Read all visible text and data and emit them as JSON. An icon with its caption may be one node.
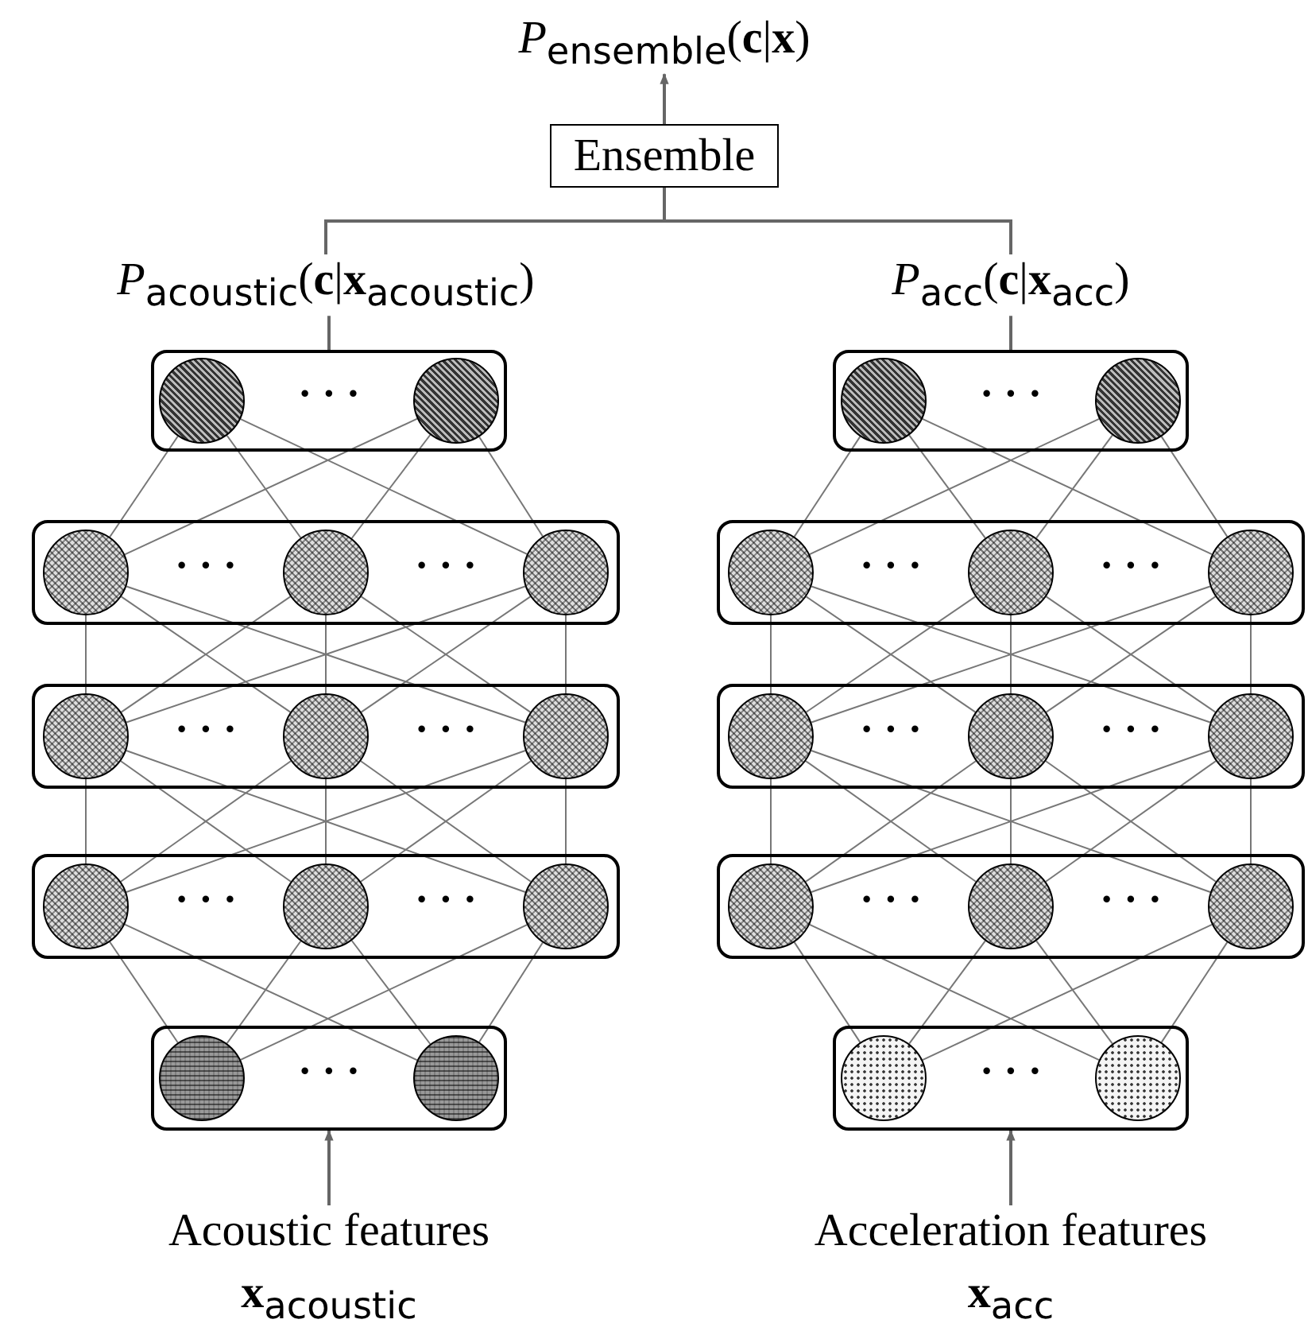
{
  "diagram": {
    "nodes": [
      {
        "text": [
          "*P*$_{ensemble}$(**c**|**x**)"
        ]
      },
      {
        "text": [
          "Ensemble"
        ]
      },
      {
        "text": [
          "*P*$_{acoustic}$(**c**|**x**$_{acoustic}$)"
        ]
      },
      {
        "text": [
          "*P*$_{acc}$(**c**|**x**$_{acc}$)"
        ]
      },
      {
        "text": [
          "· · ·"
        ]
      },
      {
        "text": [],
        "shape": "circle",
        "in": 4
      },
      {
        "text": [],
        "shape": "circle",
        "in": 4
      },
      {
        "text": [
          "· · ·"
        ]
      },
      {
        "text": [],
        "shape": "circle",
        "in": 7
      },
      {
        "text": [],
        "shape": "circle",
        "in": 7
      },
      {
        "text": [
          "· · ·",
          "· · ·"
        ]
      },
      {
        "text": [],
        "shape": "circle",
        "in": 10
      },
      {
        "text": [],
        "shape": "circle",
        "in": 10
      },
      {
        "text": [],
        "shape": "circle",
        "in": 10
      },
      {
        "text": [
          "· · ·",
          "· · ·"
        ]
      },
      {
        "text": [],
        "shape": "circle",
        "in": 14
      },
      {
        "text": [],
        "shape": "circle",
        "in": 14
      },
      {
        "text": [],
        "shape": "circle",
        "in": 14
      },
      {
        "text": [
          "· · ·",
          "· · ·"
        ]
      },
      {
        "text": [],
        "shape": "circle",
        "in": 18
      },
      {
        "text": [],
        "shape": "circle",
        "in": 18
      },
      {
        "text": [],
        "shape": "circle",
        "in": 18
      },
      {
        "text": [
          "· · ·",
          "· · ·"
        ]
      },
      {
        "text": [],
        "shape": "circle",
        "in": 22
      },
      {
        "text": [],
        "shape": "circle",
        "in": 22
      },
      {
        "text": [],
        "shape": "circle",
        "in": 22
      },
      {
        "text": [
          "· · ·",
          "· · ·"
        ]
      },
      {
        "text": [],
        "shape": "circle",
        "in": 26
      },
      {
        "text": [],
        "shape": "circle",
        "in": 26
      },
      {
        "text": [],
        "shape": "circle",
        "in": 26
      },
      {
        "text": [
          "· · ·",
          "· · ·"
        ]
      },
      {
        "text": [],
        "shape": "circle",
        "in": 30
      },
      {
        "text": [],
        "shape": "circle",
        "in": 30
      },
      {
        "text": [],
        "shape": "circle",
        "in": 30
      },
      {
        "text": [
          "· · ·"
        ]
      },
      {
        "text": [],
        "shape": "circle",
        "in": 34
      },
      {
        "text": [],
        "shape": "circle",
        "in": 34
      },
      {
        "text": [
          "· · ·"
        ]
      },
      {
        "text": [],
        "shape": "circle",
        "in": 37
      },
      {
        "text": [],
        "shape": "circle",
        "in": 37
      },
      {
        "text": [
          "Acoustic features",
          "**x**$_{acoustic}$"
        ]
      },
      {
        "text": [
          "Acceleration features",
          "**x**$_{acc}$"
        ]
      }
    ],
    "edges": [
      {
        "from": 1,
        "to": 0,
        "arrow": "to"
      },
      {
        "from": 2,
        "to": 1,
        "arrow": "none"
      },
      {
        "from": 3,
        "to": 1,
        "arrow": "none"
      },
      {
        "from": 4,
        "to": 2,
        "arrow": "none"
      },
      {
        "from": 7,
        "to": 3,
        "arrow": "none"
      },
      {
        "from": 40,
        "to": 34,
        "arrow": "to"
      },
      {
        "from": 41,
        "to": 37,
        "arrow": "to"
      },
      {
        "from": 5,
        "to": 11,
        "arrow": "none"
      },
      {
        "from": 5,
        "to": 12,
        "arrow": "none"
      },
      {
        "from": 5,
        "to": 13,
        "arrow": "none"
      },
      {
        "from": 6,
        "to": 11,
        "arrow": "none"
      },
      {
        "from": 6,
        "to": 12,
        "arrow": "none"
      },
      {
        "from": 6,
        "to": 13,
        "arrow": "none"
      },
      {
        "from": 11,
        "to": 19,
        "arrow": "none"
      },
      {
        "from": 11,
        "to": 20,
        "arrow": "none"
      },
      {
        "from": 11,
        "to": 21,
        "arrow": "none"
      },
      {
        "from": 12,
        "to": 19,
        "arrow": "none"
      },
      {
        "from": 12,
        "to": 20,
        "arrow": "none"
      },
      {
        "from": 12,
        "to": 21,
        "arrow": "none"
      },
      {
        "from": 13,
        "to": 19,
        "arrow": "none"
      },
      {
        "from": 13,
        "to": 20,
        "arrow": "none"
      },
      {
        "from": 13,
        "to": 21,
        "arrow": "none"
      },
      {
        "from": 19,
        "to": 27,
        "arrow": "none"
      },
      {
        "from": 19,
        "to": 28,
        "arrow": "none"
      },
      {
        "from": 19,
        "to": 29,
        "arrow": "none"
      },
      {
        "from": 20,
        "to": 27,
        "arrow": "none"
      },
      {
        "from": 20,
        "to": 28,
        "arrow": "none"
      },
      {
        "from": 20,
        "to": 29,
        "arrow": "none"
      },
      {
        "from": 21,
        "to": 27,
        "arrow": "none"
      },
      {
        "from": 21,
        "to": 28,
        "arrow": "none"
      },
      {
        "from": 21,
        "to": 29,
        "arrow": "none"
      },
      {
        "from": 27,
        "to": 35,
        "arrow": "none"
      },
      {
        "from": 27,
        "to": 36,
        "arrow": "none"
      },
      {
        "from": 28,
        "to": 35,
        "arrow": "none"
      },
      {
        "from": 28,
        "to": 36,
        "arrow": "none"
      },
      {
        "from": 29,
        "to": 35,
        "arrow": "none"
      },
      {
        "from": 29,
        "to": 36,
        "arrow": "none"
      },
      {
        "from": 8,
        "to": 15,
        "arrow": "none"
      },
      {
        "from": 8,
        "to": 16,
        "arrow": "none"
      },
      {
        "from": 8,
        "to": 17,
        "arrow": "none"
      },
      {
        "from": 9,
        "to": 15,
        "arrow": "none"
      },
      {
        "from": 9,
        "to": 16,
        "arrow": "none"
      },
      {
        "from": 9,
        "to": 17,
        "arrow": "none"
      },
      {
        "from": 15,
        "to": 23,
        "arrow": "none"
      },
      {
        "from": 15,
        "to": 24,
        "arrow": "none"
      },
      {
        "from": 15,
        "to": 25,
        "arrow": "none"
      },
      {
        "from": 16,
        "to": 23,
        "arrow": "none"
      },
      {
        "from": 16,
        "to": 24,
        "arrow": "none"
      },
      {
        "from": 16,
        "to": 25,
        "arrow": "none"
      },
      {
        "from": 17,
        "to": 23,
        "arrow": "none"
      },
      {
        "from": 17,
        "to": 24,
        "arrow": "none"
      },
      {
        "from": 17,
        "to": 25,
        "arrow": "none"
      },
      {
        "from": 23,
        "to": 31,
        "arrow": "none"
      },
      {
        "from": 23,
        "to": 32,
        "arrow": "none"
      },
      {
        "from": 23,
        "to": 33,
        "arrow": "none"
      },
      {
        "from": 24,
        "to": 31,
        "arrow": "none"
      },
      {
        "from": 24,
        "to": 32,
        "arrow": "none"
      },
      {
        "from": 24,
        "to": 33,
        "arrow": "none"
      },
      {
        "from": 25,
        "to": 31,
        "arrow": "none"
      },
      {
        "from": 25,
        "to": 32,
        "arrow": "none"
      },
      {
        "from": 25,
        "to": 33,
        "arrow": "none"
      },
      {
        "from": 31,
        "to": 38,
        "arrow": "none"
      },
      {
        "from": 31,
        "to": 39,
        "arrow": "none"
      },
      {
        "from": 32,
        "to": 38,
        "arrow": "none"
      },
      {
        "from": 32,
        "to": 39,
        "arrow": "none"
      },
      {
        "from": 33,
        "to": 38,
        "arrow": "none"
      },
      {
        "from": 33,
        "to": 39,
        "arrow": "none"
      }
    ]
  }
}
